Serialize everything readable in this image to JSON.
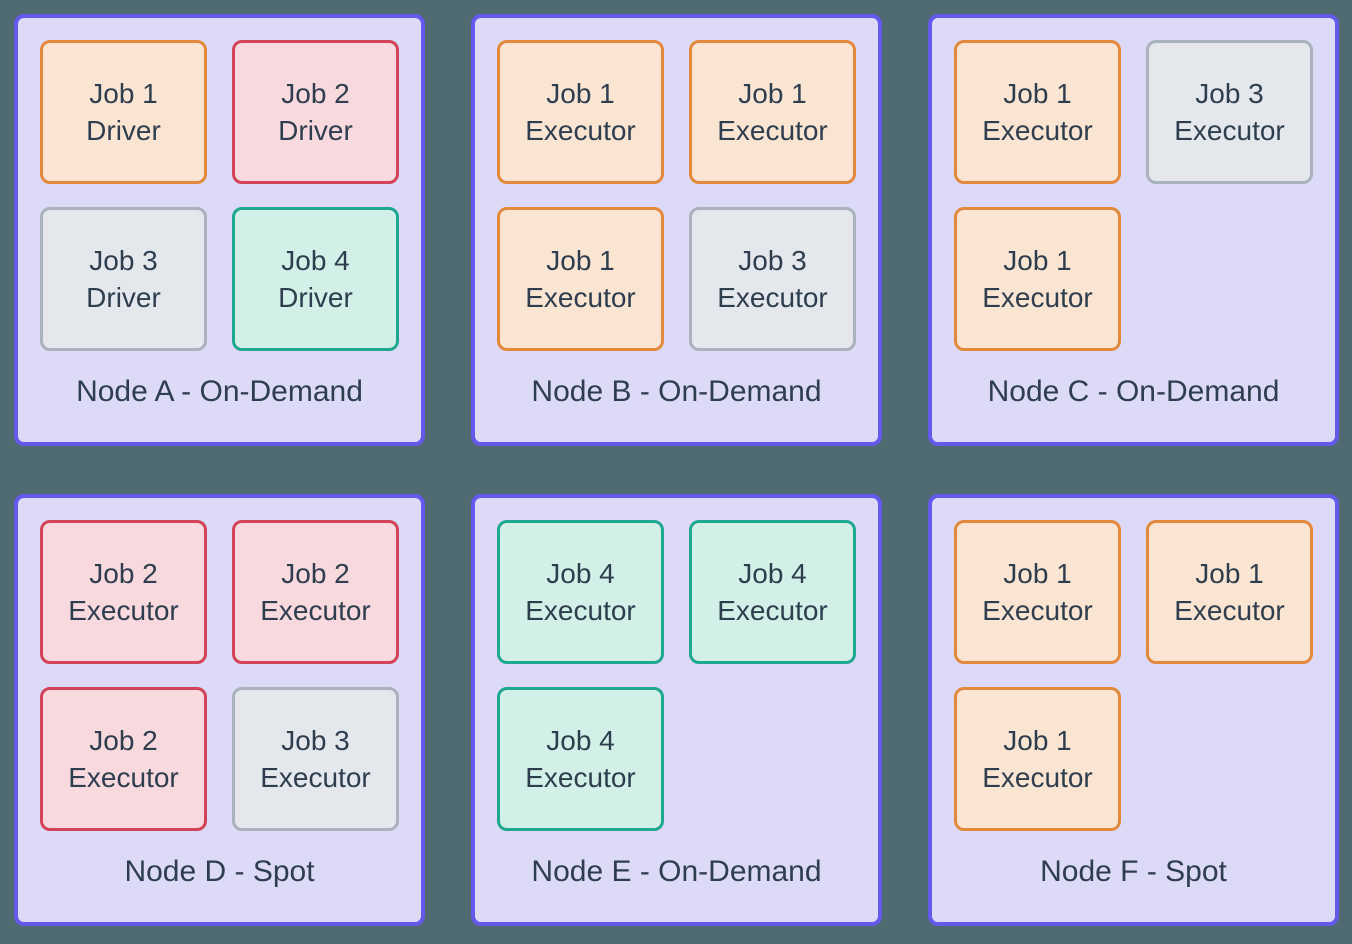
{
  "colors": {
    "background": "#4F6A70",
    "node_fill": "#DCDAF7",
    "node_border": "#6459EA",
    "text": "#2E3E4E",
    "job_styles": {
      "job1": {
        "fill": "#FAE5D3",
        "border": "#E2893B"
      },
      "job2": {
        "fill": "#F8D9DD",
        "border": "#D04358"
      },
      "job3": {
        "fill": "#E4E8ED",
        "border": "#A9B2BD"
      },
      "job4": {
        "fill": "#D2F0E7",
        "border": "#1FA78F"
      }
    }
  },
  "nodes": [
    {
      "label": "Node A - On-Demand",
      "boxes": [
        {
          "job": "job1",
          "line1": "Job 1",
          "line2": "Driver"
        },
        {
          "job": "job2",
          "line1": "Job 2",
          "line2": "Driver"
        },
        {
          "job": "job3",
          "line1": "Job 3",
          "line2": "Driver"
        },
        {
          "job": "job4",
          "line1": "Job 4",
          "line2": "Driver"
        }
      ]
    },
    {
      "label": "Node B - On-Demand",
      "boxes": [
        {
          "job": "job1",
          "line1": "Job 1",
          "line2": "Executor"
        },
        {
          "job": "job1",
          "line1": "Job 1",
          "line2": "Executor"
        },
        {
          "job": "job1",
          "line1": "Job 1",
          "line2": "Executor"
        },
        {
          "job": "job3",
          "line1": "Job 3",
          "line2": "Executor"
        }
      ]
    },
    {
      "label": "Node C - On-Demand",
      "boxes": [
        {
          "job": "job1",
          "line1": "Job 1",
          "line2": "Executor"
        },
        {
          "job": "job3",
          "line1": "Job 3",
          "line2": "Executor"
        },
        {
          "job": "job1",
          "line1": "Job 1",
          "line2": "Executor"
        }
      ]
    },
    {
      "label": "Node D - Spot",
      "boxes": [
        {
          "job": "job2",
          "line1": "Job 2",
          "line2": "Executor"
        },
        {
          "job": "job2",
          "line1": "Job 2",
          "line2": "Executor"
        },
        {
          "job": "job2",
          "line1": "Job 2",
          "line2": "Executor"
        },
        {
          "job": "job3",
          "line1": "Job 3",
          "line2": "Executor"
        }
      ]
    },
    {
      "label": "Node E - On-Demand",
      "boxes": [
        {
          "job": "job4",
          "line1": "Job 4",
          "line2": "Executor"
        },
        {
          "job": "job4",
          "line1": "Job 4",
          "line2": "Executor"
        },
        {
          "job": "job4",
          "line1": "Job 4",
          "line2": "Executor"
        }
      ]
    },
    {
      "label": "Node F - Spot",
      "boxes": [
        {
          "job": "job1",
          "line1": "Job 1",
          "line2": "Executor"
        },
        {
          "job": "job1",
          "line1": "Job 1",
          "line2": "Executor"
        },
        {
          "job": "job1",
          "line1": "Job 1",
          "line2": "Executor"
        }
      ]
    }
  ]
}
